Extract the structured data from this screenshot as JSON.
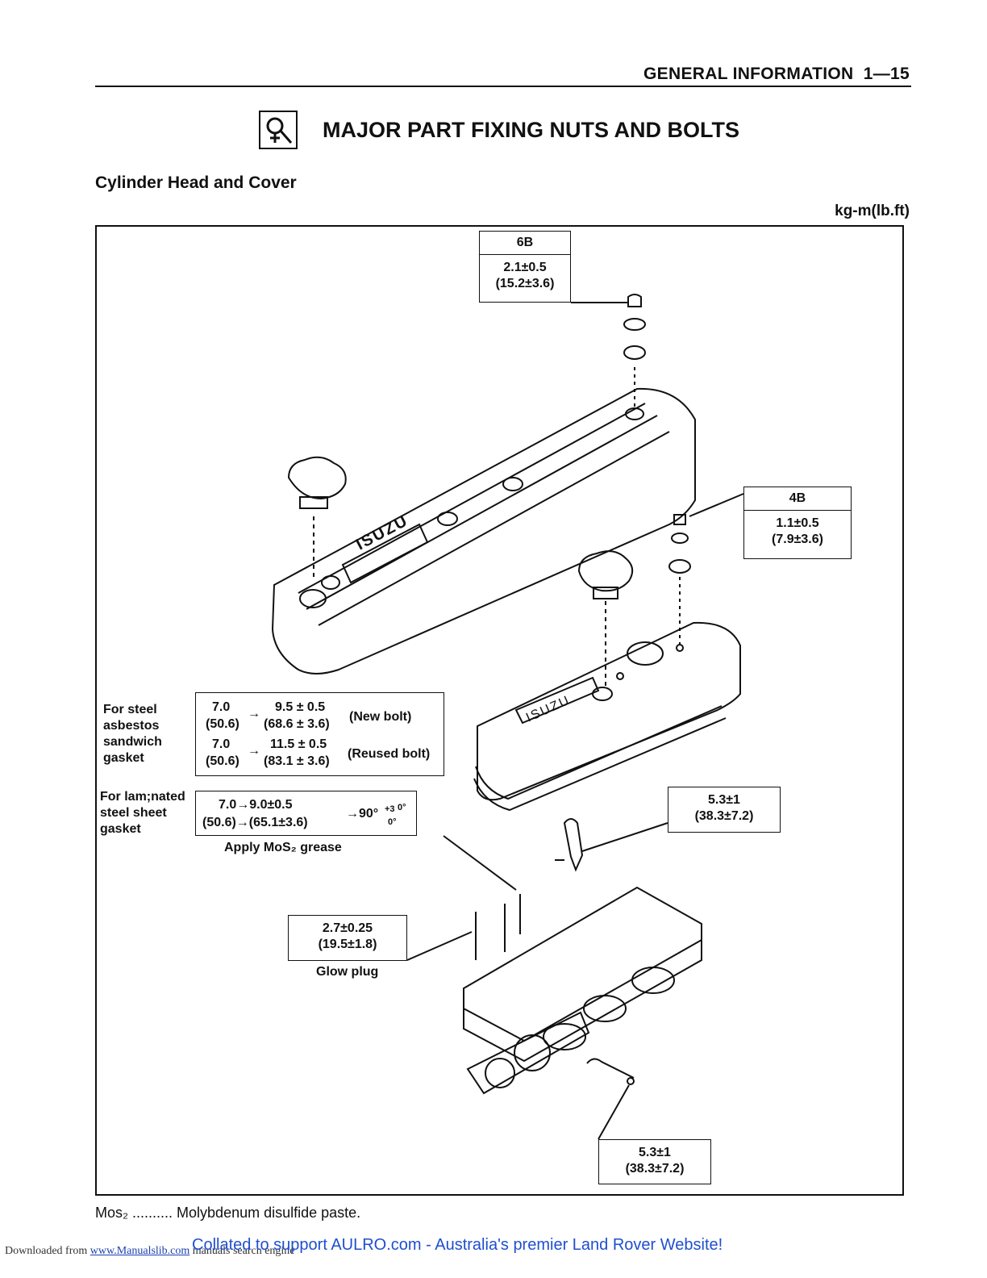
{
  "header": {
    "section": "GENERAL INFORMATION",
    "page": "1—15",
    "title": "MAJOR PART FIXING NUTS AND BOLTS",
    "subtitle": "Cylinder Head and Cover",
    "unit": "kg-m(lb.ft)"
  },
  "callouts": {
    "top_6b": {
      "label": "6B",
      "line1": "2.1±0.5",
      "line2": "(15.2±3.6)"
    },
    "right_4b": {
      "label": "4B",
      "line1": "1.1±0.5",
      "line2": "(7.9±3.6)"
    },
    "bracket_upper": {
      "line1": "5.3±1",
      "line2": "(38.3±7.2)"
    },
    "bracket_lower": {
      "line1": "5.3±1",
      "line2": "(38.3±7.2)"
    },
    "glow_plug": {
      "line1": "2.7±0.25",
      "line2": "(19.5±1.8)",
      "caption": "Glow plug"
    }
  },
  "asbestos_gasket": {
    "label_lines": [
      "For steel",
      "asbestos",
      "sandwich",
      "gasket"
    ],
    "new": {
      "a1": "7.0",
      "a2": "(50.6)",
      "b1": "9.5 ± 0.5",
      "b2": "(68.6 ± 3.6)",
      "tag": "(New bolt)"
    },
    "reused": {
      "a1": "7.0",
      "a2": "(50.6)",
      "b1": "11.5 ± 0.5",
      "b2": "(83.1 ± 3.6)",
      "tag": "(Reused bolt)"
    },
    "arrow": "→"
  },
  "laminated_gasket": {
    "label_lines": [
      "For lam;nated",
      "steel sheet",
      "gasket"
    ],
    "line1": "7.0→9.0±0.5",
    "line2": "(50.6)→(65.1±3.6)",
    "angle": "→90°",
    "angle_plus": "+3",
    "angle_sup": "0°",
    "angle_sub": "0°",
    "grease": "Apply MoS₂ grease"
  },
  "diagram_labels": {
    "isuzu_large": "ISUZU",
    "isuzu_small": "ISUZU"
  },
  "footnote": {
    "term": "Mos₂",
    "dots": "..........",
    "definition": "Molybdenum disulfide paste."
  },
  "footer": {
    "downloaded_prefix": "Downloaded from",
    "downloaded_link": "www.Manualslib.com",
    "downloaded_suffix": "manuals search engine",
    "collated": "Collated to support AULRO.com - Australia's premier Land Rover Website!"
  }
}
